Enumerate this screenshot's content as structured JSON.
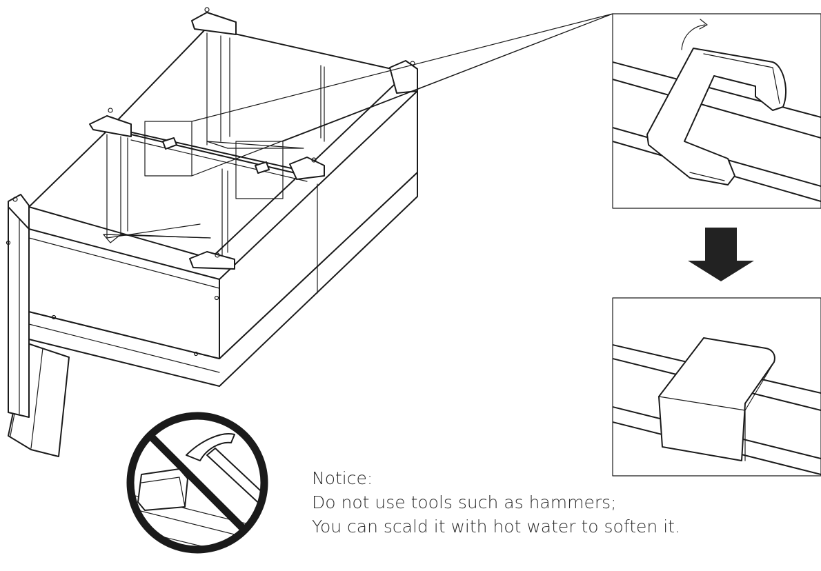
{
  "notice": {
    "heading": "Notice:",
    "line1": "Do not use tools such as hammers;",
    "line2": "You can scald it with hot water to soften it."
  },
  "colors": {
    "ink": "#1a1a1a",
    "background": "#ffffff"
  },
  "icons": {
    "prohibition": "no-hammer-icon",
    "step_arrow": "arrow-down-icon",
    "rotate_hint": "rotate-arrow-icon"
  }
}
